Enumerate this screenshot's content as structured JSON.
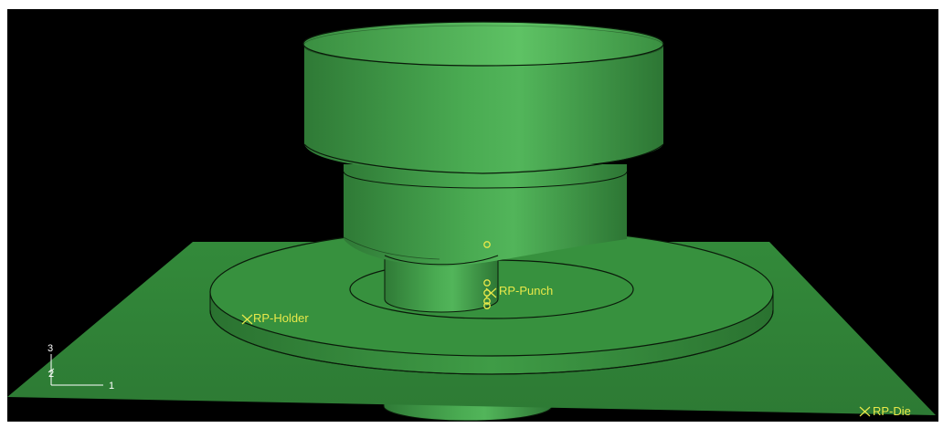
{
  "viewport": {
    "background": "#000000",
    "model_color": "#3c9a44",
    "edge_color": "#0a1a0a",
    "marker_color": "#e8e84a"
  },
  "reference_points": [
    {
      "id": "holder",
      "label": "RP-Holder"
    },
    {
      "id": "punch",
      "label": "RP-Punch"
    },
    {
      "id": "die",
      "label": "RP-Die"
    }
  ],
  "triad": {
    "axis_1": "1",
    "axis_2": "2",
    "axis_3": "3"
  }
}
